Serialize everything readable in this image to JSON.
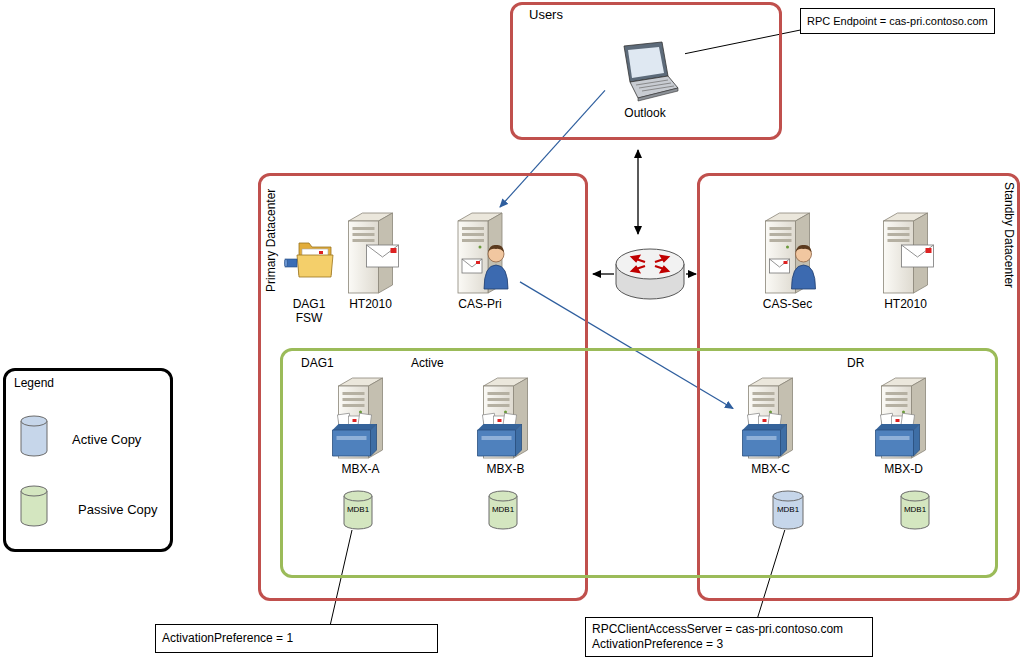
{
  "diagram": {
    "nodes": [
      {
        "text": [
          "Users"
        ]
      },
      {
        "text": [
          "Outlook"
        ],
        "in": 0
      },
      {
        "text": [
          "RPC Endpoint = cas-pri.contoso.com"
        ]
      },
      {
        "text": [
          "Primary Datacenter"
        ]
      },
      {
        "text": [
          "DAG1 FSW"
        ],
        "in": 3
      },
      {
        "text": [
          "HT2010"
        ],
        "in": 3
      },
      {
        "text": [
          "CAS-Pri"
        ],
        "in": 3
      },
      {
        "text": [
          "Standby Datacenter"
        ]
      },
      {
        "text": [
          "CAS-Sec"
        ],
        "in": 7
      },
      {
        "text": [
          "HT2010"
        ],
        "in": 7
      },
      {
        "text": [
          "Legend"
        ]
      },
      {
        "text": [
          "DAG1",
          "Active",
          "DR"
        ]
      },
      {
        "text": [
          "MBX-A"
        ],
        "in": 11
      },
      {
        "text": [
          "MBX-B"
        ],
        "in": 11
      },
      {
        "text": [
          "MBX-C"
        ],
        "in": 11
      },
      {
        "text": [
          "MBX-D"
        ],
        "in": 11
      },
      {
        "text": [
          "MDB1"
        ],
        "in": 11
      },
      {
        "text": [
          "MDB1"
        ],
        "in": 11
      },
      {
        "text": [
          "MDB1"
        ],
        "in": 11
      },
      {
        "text": [
          "MDB1"
        ],
        "in": 11
      },
      {
        "text": [
          "ActivationPreference = 1"
        ]
      },
      {
        "text": [
          "RPCClientAccessServer = cas-pri.contoso.com",
          "ActivationPreference = 3"
        ]
      }
    ],
    "edges": [
      {
        "from": 1,
        "to": 6,
        "arrow": "to"
      },
      {
        "from": 6,
        "to": 14,
        "arrow": "to"
      },
      {
        "from": 1,
        "to": 2,
        "arrow": "none"
      },
      {
        "from": 16,
        "to": 20,
        "arrow": "none"
      },
      {
        "from": 18,
        "to": 21,
        "arrow": "none"
      }
    ],
    "legend": [
      {
        "text": "Active Copy",
        "color": "#c6d6ea"
      },
      {
        "text": "Passive Copy",
        "color": "#d4e6c0"
      }
    ]
  }
}
